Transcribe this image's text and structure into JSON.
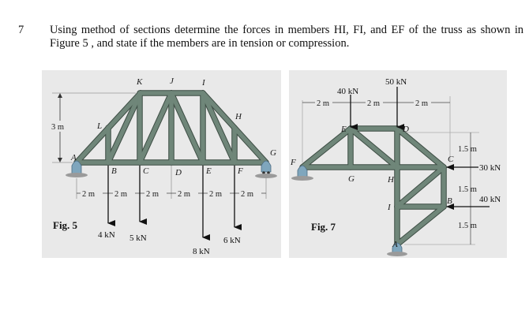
{
  "question": {
    "number": "7",
    "line1": "Using method of sections determine the forces in members HI, FI, and EF of the truss as shown in",
    "line2": "Figure 5 , and state if  the members are in tension or compression."
  },
  "figure5": {
    "label": "Fig. 5",
    "nodes": {
      "A": "A",
      "B": "B",
      "C": "C",
      "D": "D",
      "E": "E",
      "F": "F",
      "G": "G",
      "H": "H",
      "I": "I",
      "J": "J",
      "K": "K",
      "L": "L"
    },
    "height_dim": "3 m",
    "spans": [
      "2 m",
      "2 m",
      "2 m",
      "2 m",
      "2 m",
      "2 m"
    ],
    "loads": [
      {
        "node": "B",
        "value": "4 kN"
      },
      {
        "node": "C",
        "value": "5 kN"
      },
      {
        "node": "E",
        "value": "8 kN"
      },
      {
        "node": "F",
        "value": "6 kN"
      }
    ],
    "colors": {
      "member": "#6f8679",
      "member_edge": "#3d4d44",
      "support": "#7fa6bd",
      "background": "#e9e9e9"
    }
  },
  "figure7": {
    "label": "Fig. 7",
    "nodes": {
      "A": "A",
      "B": "B",
      "C": "C",
      "D": "D",
      "E": "E",
      "F": "F",
      "G": "G",
      "H": "H",
      "I": "I"
    },
    "spans": [
      "2 m",
      "2 m",
      "2 m"
    ],
    "heights": [
      "1.5 m",
      "1.5 m",
      "1.5 m"
    ],
    "loads": [
      {
        "node": "E",
        "value": "40 kN",
        "direction": "down"
      },
      {
        "node": "D",
        "value": "50 kN",
        "direction": "down"
      },
      {
        "node": "C",
        "value": "30 kN",
        "direction": "left"
      },
      {
        "node": "B",
        "value": "40 kN",
        "direction": "left"
      }
    ]
  }
}
